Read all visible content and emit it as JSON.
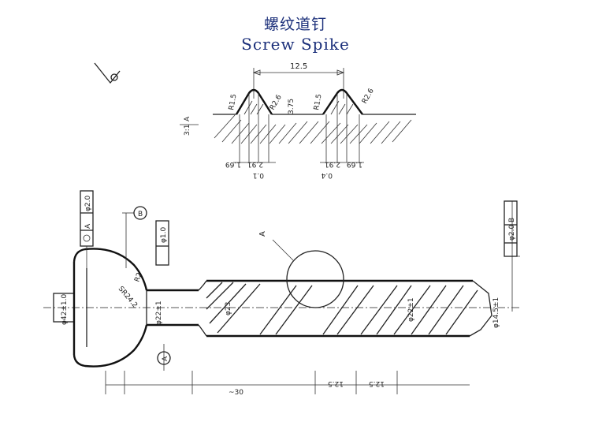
{
  "title": {
    "chinese": "螺纹道钉",
    "english": "Screw Spike"
  },
  "thread_detail": {
    "pitch": "12.5",
    "radius_a": "R2.6",
    "radius_b": "R1.5",
    "depth": "3.75",
    "bottom_left_a": "1.69",
    "bottom_left_b": "2.91",
    "bottom_right_a": "2.91",
    "bottom_right_b": "1.69",
    "bottom_c": "0.1",
    "bottom_d": "0.4",
    "scale": "3:1"
  },
  "main_view": {
    "datum_a": "A",
    "datum_b": "B",
    "circle_label": "A",
    "head_radius": "R2",
    "head_sphere": "SR24.2",
    "head_dia": "φ42±1.0",
    "shank_dia": "φ22±1",
    "thread_major": "φ23",
    "thread_minor": "φ22±1",
    "tip_dia": "φ14.5±1",
    "tol_left": "φ2.0",
    "tol_mid": "φ1.0",
    "tol_right": "φ2.0",
    "dim_bottom": [
      "~30",
      "12.5",
      "12.5"
    ]
  }
}
